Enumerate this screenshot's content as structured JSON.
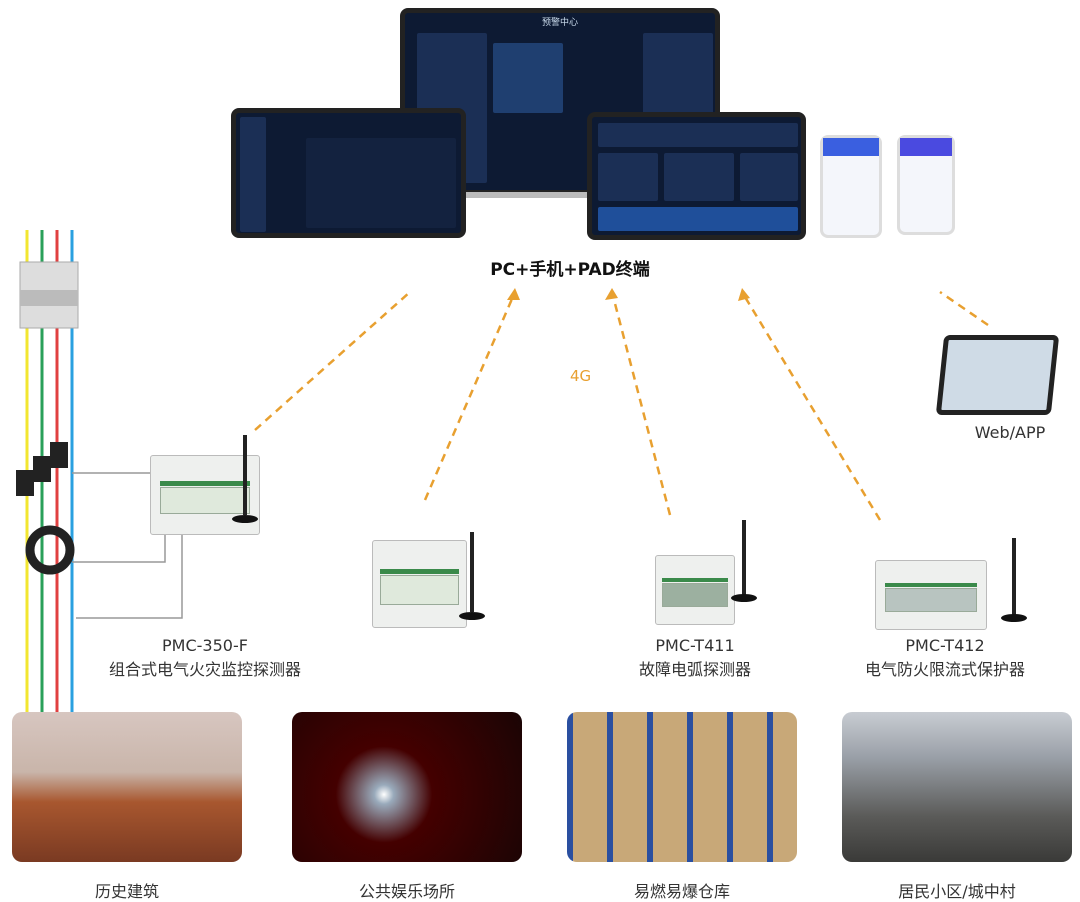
{
  "terminals": {
    "title": "PC+手机+PAD终端",
    "monitor_title": "预警中心"
  },
  "network": {
    "label": "4G",
    "web_app": "Web/APP"
  },
  "devices": [
    {
      "model": "PMC-350-F",
      "name": "组合式电气火灾监控探测器"
    },
    {
      "model": "PMC-T411",
      "name": "故障电弧探测器"
    },
    {
      "model": "PMC-T412",
      "name": "电气防火限流式保护器"
    }
  ],
  "scenes": [
    {
      "caption": "历史建筑"
    },
    {
      "caption": "公共娱乐场所"
    },
    {
      "caption": "易燃易爆仓库"
    },
    {
      "caption": "居民小区/城中村"
    }
  ],
  "colors": {
    "arrow": "#e8a030",
    "wire_yellow": "#f2e630",
    "wire_green": "#2aa05a",
    "wire_red": "#e04040",
    "wire_blue": "#2aa0e0"
  }
}
